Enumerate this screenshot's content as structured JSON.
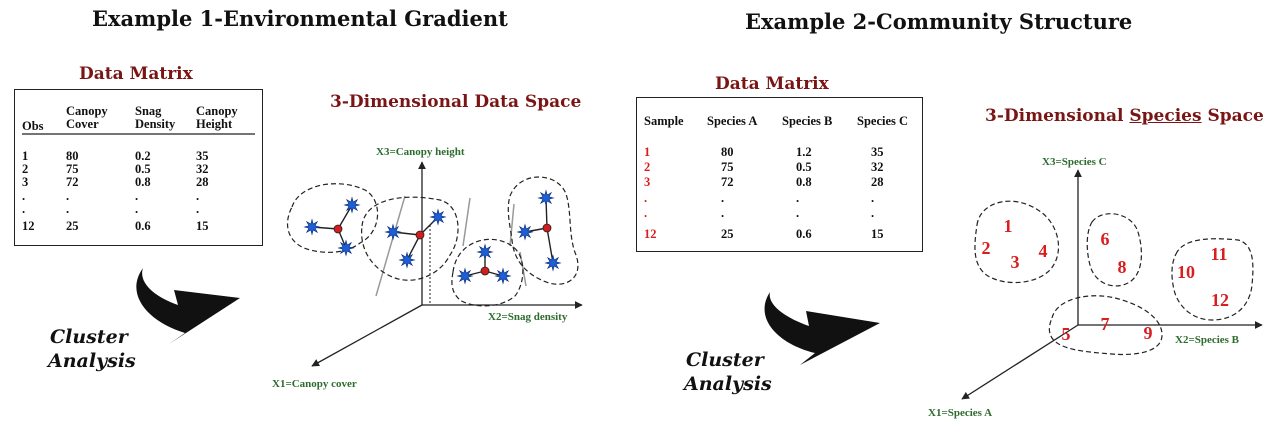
{
  "example1": {
    "title": "Example 1-Environmental Gradient",
    "matrix_title": "Data Matrix",
    "columns": [
      {
        "line1": "",
        "line2": "Obs",
        "values": [
          "1",
          "2",
          "3",
          ".",
          ".",
          "12"
        ]
      },
      {
        "line1": "Canopy",
        "line2": "Cover",
        "values": [
          "80",
          "75",
          "72",
          ".",
          ".",
          "25"
        ]
      },
      {
        "line1": "Snag",
        "line2": "Density",
        "values": [
          "0.2",
          "0.5",
          "0.8",
          ".",
          ".",
          "0.6"
        ]
      },
      {
        "line1": "Canopy",
        "line2": "Height",
        "values": [
          "35",
          "32",
          "28",
          ".",
          ".",
          "15"
        ]
      }
    ],
    "space_title": "3-Dimensional Data Space",
    "axis_x1": "X1=Canopy cover",
    "axis_x2": "X2=Snag density",
    "axis_x3": "X3=Canopy height",
    "cluster_line1": "Cluster",
    "cluster_line2": "Analysis"
  },
  "example2": {
    "title": "Example 2-Community Structure",
    "matrix_title": "Data Matrix",
    "columns": [
      {
        "header": "Sample",
        "values": [
          "1",
          "2",
          "3",
          ".",
          ".",
          "12"
        ]
      },
      {
        "header": "Species A",
        "values": [
          "80",
          "75",
          "72",
          ".",
          ".",
          "25"
        ]
      },
      {
        "header": "Species B",
        "values": [
          "1.2",
          "0.5",
          "0.8",
          ".",
          ".",
          "0.6"
        ]
      },
      {
        "header": "Species C",
        "values": [
          "35",
          "32",
          "28",
          ".",
          ".",
          "15"
        ]
      }
    ],
    "space_title_prefix": "3-Dimensional ",
    "space_title_underlined": "Species",
    "space_title_suffix": " Space",
    "axis_x1": "X1=Species A",
    "axis_x2": "X2=Species B",
    "axis_x3": "X3=Species C",
    "sample_numbers": [
      "1",
      "2",
      "3",
      "4",
      "6",
      "8",
      "10",
      "11",
      "12",
      "5",
      "7",
      "9"
    ],
    "cluster_line1": "Cluster",
    "cluster_line2": "Analysis"
  },
  "colors": {
    "title_red": "#7a1515",
    "sample_red": "#d81e1e",
    "axis_green": "#2e6b2e",
    "star_blue": "#1f5fd6",
    "centroid_red": "#d41c1c"
  }
}
